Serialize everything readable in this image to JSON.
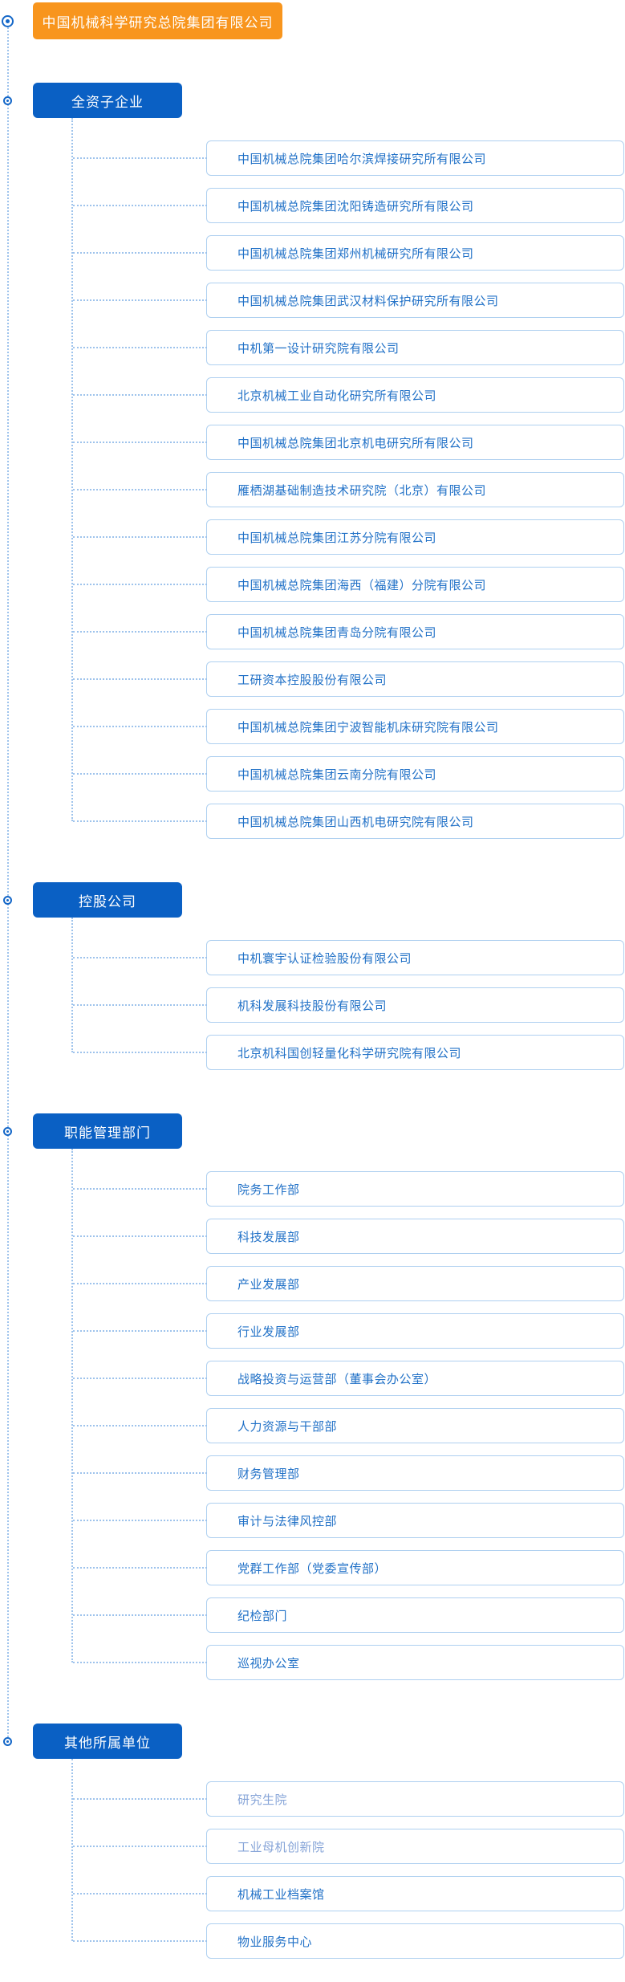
{
  "root": {
    "title": "中国机械科学研究总院集团有限公司"
  },
  "colors": {
    "root_bg": "#F8951D",
    "section_bg": "#0A60C4",
    "child_text": "#2171C7",
    "child_border": "#AFD0F0",
    "connector": "#9EC3EC",
    "muted_text": "#87A5D8",
    "bullet": "#1467C8"
  },
  "sections": [
    {
      "label": "全资子企业",
      "children": [
        {
          "name": "中国机械总院集团哈尔滨焊接研究所有限公司"
        },
        {
          "name": "中国机械总院集团沈阳铸造研究所有限公司"
        },
        {
          "name": "中国机械总院集团郑州机械研究所有限公司"
        },
        {
          "name": "中国机械总院集团武汉材料保护研究所有限公司"
        },
        {
          "name": "中机第一设计研究院有限公司"
        },
        {
          "name": "北京机械工业自动化研究所有限公司"
        },
        {
          "name": "中国机械总院集团北京机电研究所有限公司"
        },
        {
          "name": "雁栖湖基础制造技术研究院（北京）有限公司"
        },
        {
          "name": "中国机械总院集团江苏分院有限公司"
        },
        {
          "name": "中国机械总院集团海西（福建）分院有限公司"
        },
        {
          "name": "中国机械总院集团青岛分院有限公司"
        },
        {
          "name": "工研资本控股股份有限公司"
        },
        {
          "name": "中国机械总院集团宁波智能机床研究院有限公司"
        },
        {
          "name": "中国机械总院集团云南分院有限公司"
        },
        {
          "name": "中国机械总院集团山西机电研究院有限公司"
        }
      ]
    },
    {
      "label": "控股公司",
      "children": [
        {
          "name": "中机寰宇认证检验股份有限公司"
        },
        {
          "name": "机科发展科技股份有限公司"
        },
        {
          "name": "北京机科国创轻量化科学研究院有限公司"
        }
      ]
    },
    {
      "label": "职能管理部门",
      "children": [
        {
          "name": "院务工作部"
        },
        {
          "name": "科技发展部"
        },
        {
          "name": "产业发展部"
        },
        {
          "name": "行业发展部"
        },
        {
          "name": "战略投资与运营部（董事会办公室）"
        },
        {
          "name": "人力资源与干部部"
        },
        {
          "name": "财务管理部"
        },
        {
          "name": "审计与法律风控部"
        },
        {
          "name": "党群工作部（党委宣传部）"
        },
        {
          "name": "纪检部门"
        },
        {
          "name": "巡视办公室"
        }
      ]
    },
    {
      "label": "其他所属单位",
      "children": [
        {
          "name": "研究生院",
          "muted": true
        },
        {
          "name": "工业母机创新院",
          "muted": true
        },
        {
          "name": "机械工业档案馆"
        },
        {
          "name": "物业服务中心"
        }
      ]
    }
  ]
}
